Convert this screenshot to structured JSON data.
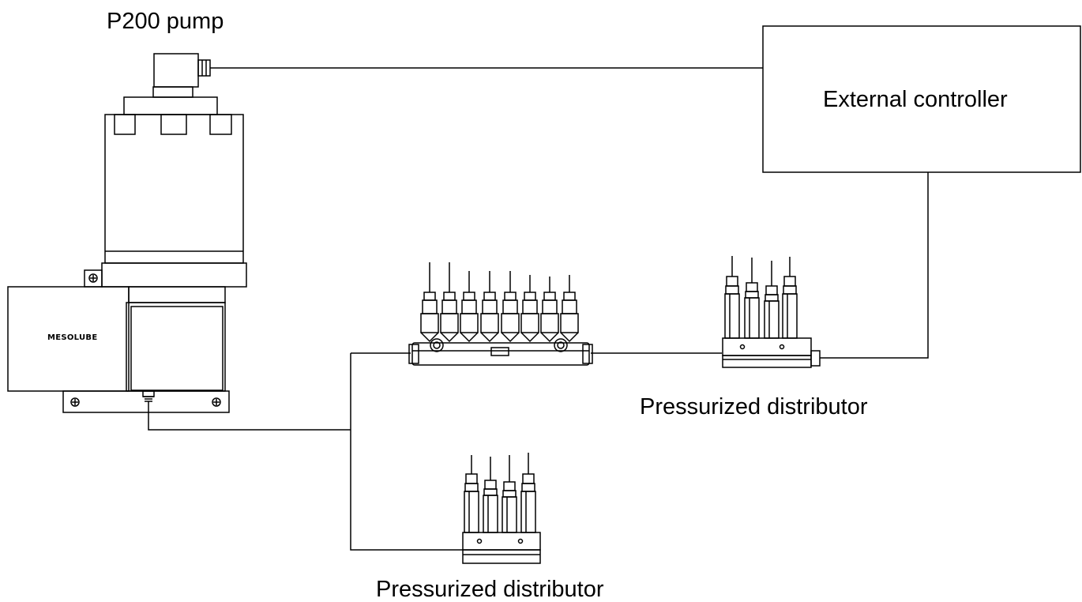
{
  "labels": {
    "pump_title": "P200 pump",
    "controller": "External controller",
    "distributor_right": "Pressurized distributor",
    "distributor_bottom": "Pressurized distributor",
    "pump_brand": "MESOLUBE"
  }
}
